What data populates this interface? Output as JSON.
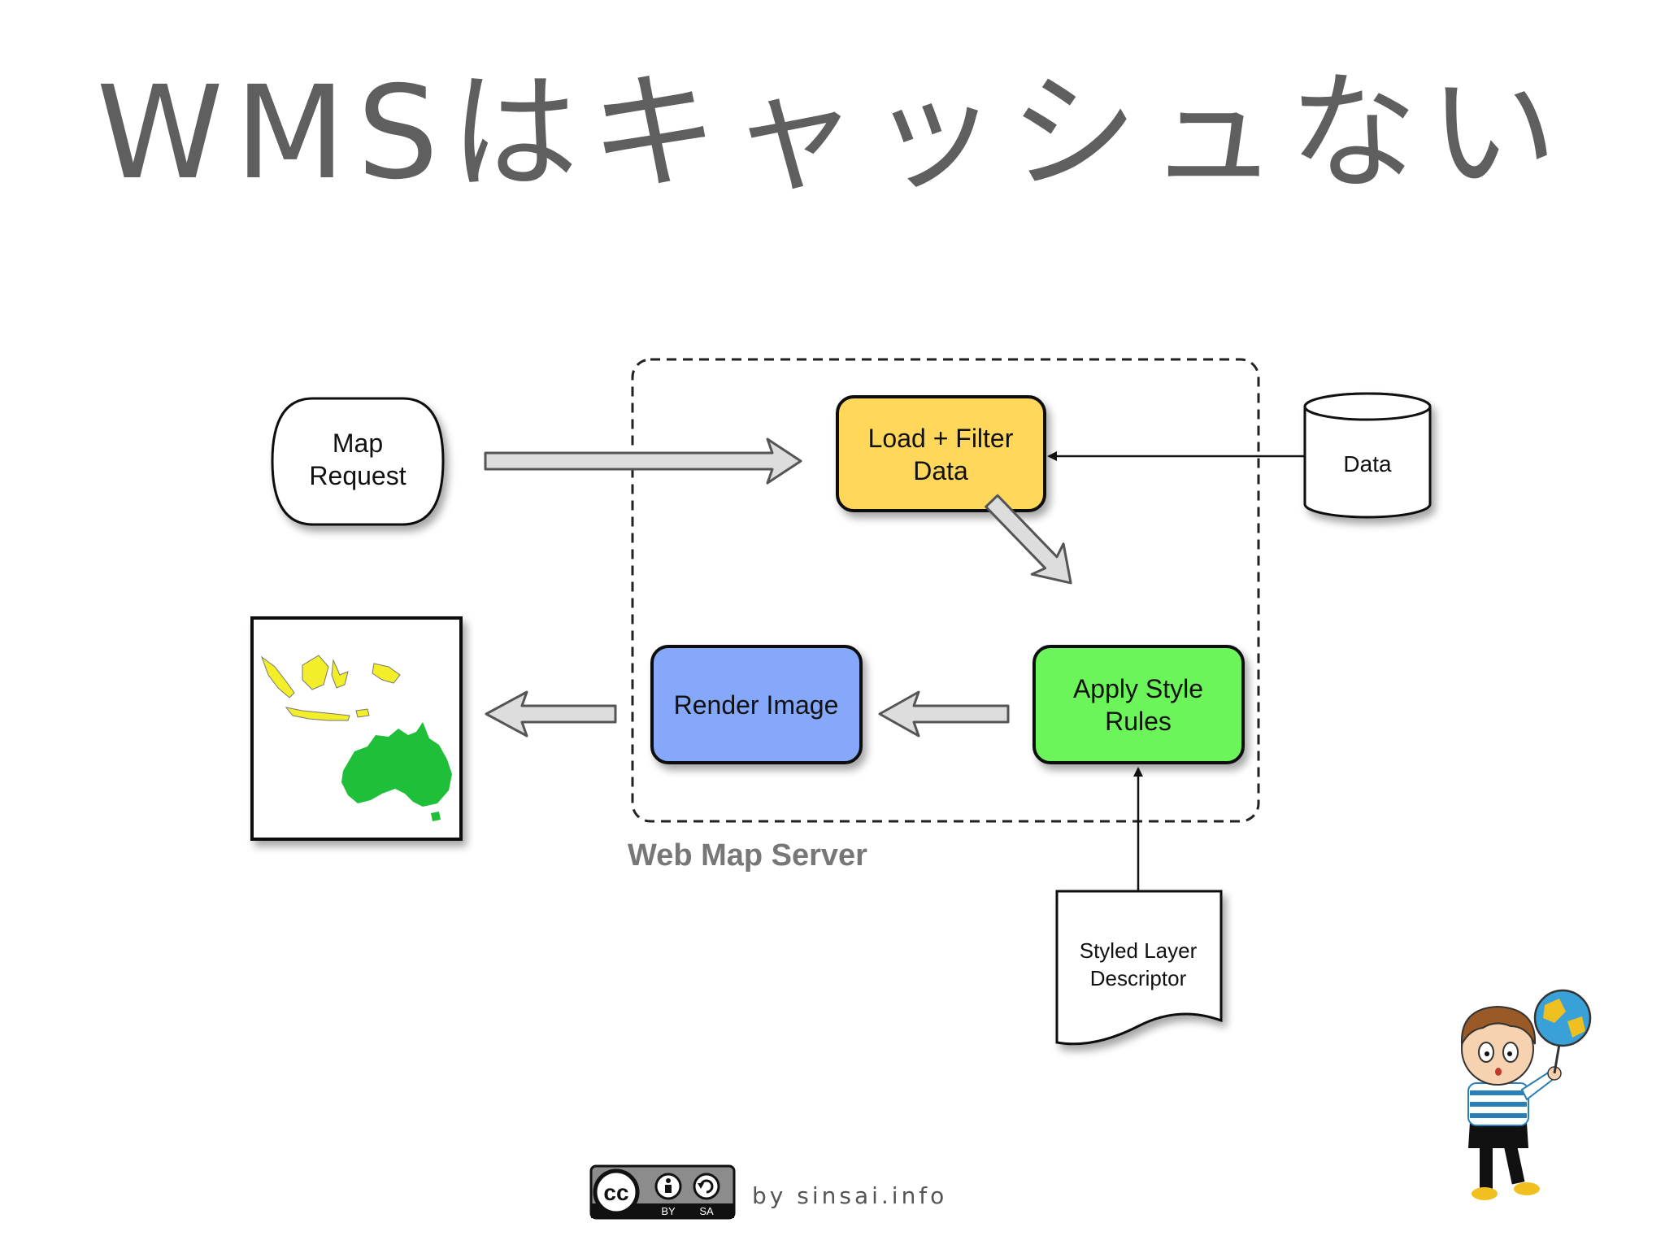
{
  "title": "WMSはキャッシュない",
  "diagram": {
    "map_request": {
      "line1": "Map",
      "line2": "Request"
    },
    "load_filter": {
      "line1": "Load + Filter",
      "line2": "Data",
      "color": "#ffd75a"
    },
    "data_store": {
      "label": "Data"
    },
    "apply_style": {
      "line1": "Apply Style",
      "line2": "Rules",
      "color": "#6cf55a"
    },
    "render_image": {
      "label": "Render Image",
      "color": "#86a8fb"
    },
    "sld": {
      "line1": "Styled Layer",
      "line2": "Descriptor"
    },
    "server_label": "Web Map Server",
    "map_colors": {
      "indonesia": "#f2ee2a",
      "australia": "#1fbf3a"
    }
  },
  "license": {
    "cc": "cc",
    "by": "BY",
    "sa": "SA"
  },
  "credit": "by sinsai.info"
}
